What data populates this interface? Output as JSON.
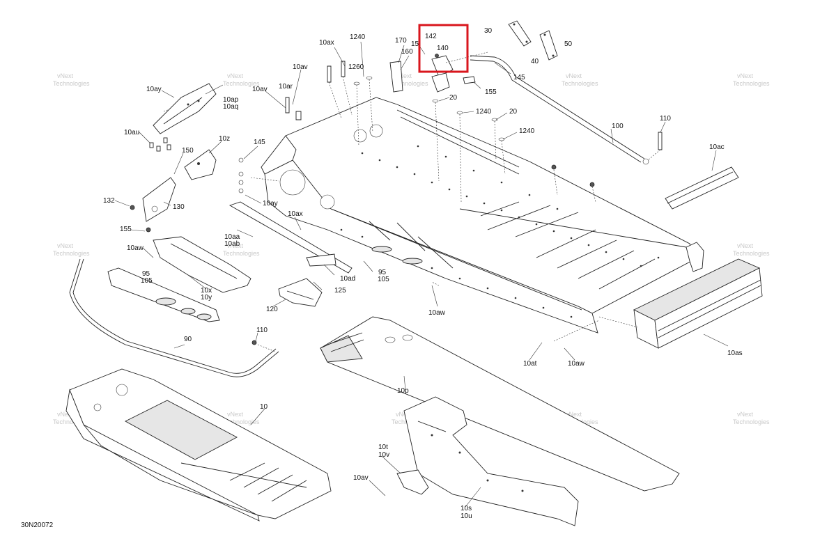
{
  "diagram": {
    "drawing_number": "30N20072",
    "watermark_lines": [
      "vNext",
      "Technologies"
    ],
    "highlight_color": "#d9161d",
    "callouts": [
      {
        "id": "c142",
        "text": "142"
      },
      {
        "id": "c140",
        "text": "140"
      },
      {
        "id": "c30",
        "text": "30"
      },
      {
        "id": "c50",
        "text": "50"
      },
      {
        "id": "c40",
        "text": "40"
      },
      {
        "id": "c170",
        "text": "170"
      },
      {
        "id": "c15",
        "text": "15"
      },
      {
        "id": "c160",
        "text": "160"
      },
      {
        "id": "c145a",
        "text": "145"
      },
      {
        "id": "c155a",
        "text": "155"
      },
      {
        "id": "c1240a",
        "text": "1240"
      },
      {
        "id": "c1260",
        "text": "1260"
      },
      {
        "id": "c10ax_top",
        "text": "10ax"
      },
      {
        "id": "c10av_a",
        "text": "10av"
      },
      {
        "id": "c10av_b",
        "text": "10av"
      },
      {
        "id": "c10ar",
        "text": "10ar"
      },
      {
        "id": "c10ay_a",
        "text": "10ay"
      },
      {
        "id": "c10ap",
        "text": "10ap"
      },
      {
        "id": "c10aq",
        "text": "10aq"
      },
      {
        "id": "c10au",
        "text": "10au"
      },
      {
        "id": "c10z",
        "text": "10z"
      },
      {
        "id": "c145b",
        "text": "145"
      },
      {
        "id": "c150",
        "text": "150"
      },
      {
        "id": "c132",
        "text": "132"
      },
      {
        "id": "c130",
        "text": "130"
      },
      {
        "id": "c155b",
        "text": "155"
      },
      {
        "id": "c10aw_a",
        "text": "10aw"
      },
      {
        "id": "c95a",
        "text": "95"
      },
      {
        "id": "c105a",
        "text": "105"
      },
      {
        "id": "c10x",
        "text": "10x"
      },
      {
        "id": "c10y",
        "text": "10y"
      },
      {
        "id": "c10aa",
        "text": "10aa"
      },
      {
        "id": "c10ab",
        "text": "10ab"
      },
      {
        "id": "c10ay_b",
        "text": "10ay"
      },
      {
        "id": "c10ax_mid",
        "text": "10ax"
      },
      {
        "id": "c10ad",
        "text": "10ad"
      },
      {
        "id": "c95b",
        "text": "95"
      },
      {
        "id": "c105b",
        "text": "105"
      },
      {
        "id": "c125",
        "text": "125"
      },
      {
        "id": "c120",
        "text": "120"
      },
      {
        "id": "c20a",
        "text": "20"
      },
      {
        "id": "c1240b",
        "text": "1240"
      },
      {
        "id": "c20b",
        "text": "20"
      },
      {
        "id": "c1240c",
        "text": "1240"
      },
      {
        "id": "c110a",
        "text": "110"
      },
      {
        "id": "c100",
        "text": "100"
      },
      {
        "id": "c10ac",
        "text": "10ac"
      },
      {
        "id": "c10aw_b",
        "text": "10aw"
      },
      {
        "id": "c10aw_c",
        "text": "10aw"
      },
      {
        "id": "c10at",
        "text": "10at"
      },
      {
        "id": "c10as",
        "text": "10as"
      },
      {
        "id": "c110b",
        "text": "110"
      },
      {
        "id": "c90",
        "text": "90"
      },
      {
        "id": "c10",
        "text": "10"
      },
      {
        "id": "c10p",
        "text": "10p"
      },
      {
        "id": "c10t",
        "text": "10t"
      },
      {
        "id": "c10v",
        "text": "10v"
      },
      {
        "id": "c10av_c",
        "text": "10av"
      },
      {
        "id": "c10s",
        "text": "10s"
      },
      {
        "id": "c10u",
        "text": "10u"
      }
    ]
  }
}
